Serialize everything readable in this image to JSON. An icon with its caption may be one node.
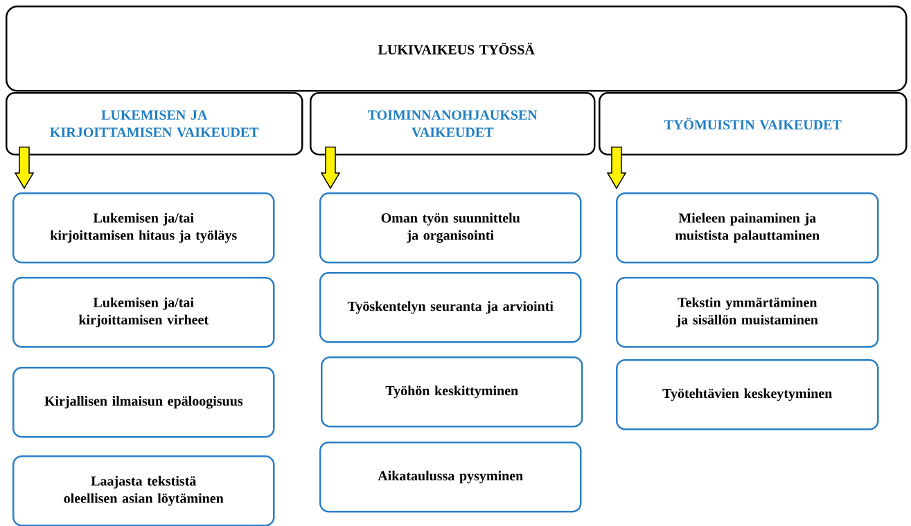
{
  "diagram": {
    "nodes": [
      {
        "text": [
          "LUKIVAIKEUS TYÖSSÄ"
        ]
      },
      {
        "text": [
          "LUKEMISEN JA KIRJOITTAMISEN VAIKEUDET"
        ]
      },
      {
        "text": [
          "TOIMINNANOHJAUKSEN VAIKEUDET"
        ]
      },
      {
        "text": [
          "TYÖMUISTIN VAIKEUDET"
        ]
      },
      {
        "text": [
          "Lukemisen ja/tai kirjoittamisen hitaus ja työläys"
        ]
      },
      {
        "text": [
          "Lukemisen ja/tai kirjoittamisen virheet"
        ]
      },
      {
        "text": [
          "Kirjallisen ilmaisun epäloogisuus"
        ]
      },
      {
        "text": [
          "Laajasta tekstistä oleellisen asian löytäminen"
        ]
      },
      {
        "text": [
          "Oman työn suunnittelu ja organisointi"
        ]
      },
      {
        "text": [
          "Työskentelyn seuranta ja arviointi"
        ]
      },
      {
        "text": [
          "Työhön keskittyminen"
        ]
      },
      {
        "text": [
          "Aikataulussa pysyminen"
        ]
      },
      {
        "text": [
          "Mieleen painaminen ja muistista palauttaminen"
        ]
      },
      {
        "text": [
          "Tekstin ymmärtäminen ja sisällön muistaminen"
        ]
      },
      {
        "text": [
          "Työtehtävien keskeytyminen"
        ]
      }
    ],
    "edges": [
      {
        "from": 1,
        "to": 4,
        "arrow": "to"
      },
      {
        "from": 2,
        "to": 8,
        "arrow": "to"
      },
      {
        "from": 3,
        "to": 12,
        "arrow": "to"
      }
    ]
  }
}
